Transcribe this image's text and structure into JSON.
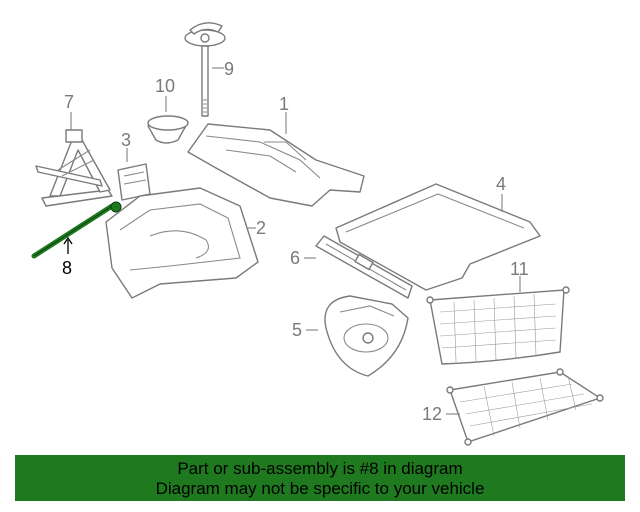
{
  "callouts": {
    "c1": "1",
    "c2": "2",
    "c3": "3",
    "c4": "4",
    "c5": "5",
    "c6": "6",
    "c7": "7",
    "c8": "8",
    "c9": "9",
    "c10": "10",
    "c11": "11",
    "c12": "12"
  },
  "highlight_color": "#1f7a1f",
  "highlighted_part": "8",
  "banner": {
    "line1": "Part or sub-assembly is #8 in diagram",
    "line2": "Diagram may not be specific to your vehicle"
  }
}
